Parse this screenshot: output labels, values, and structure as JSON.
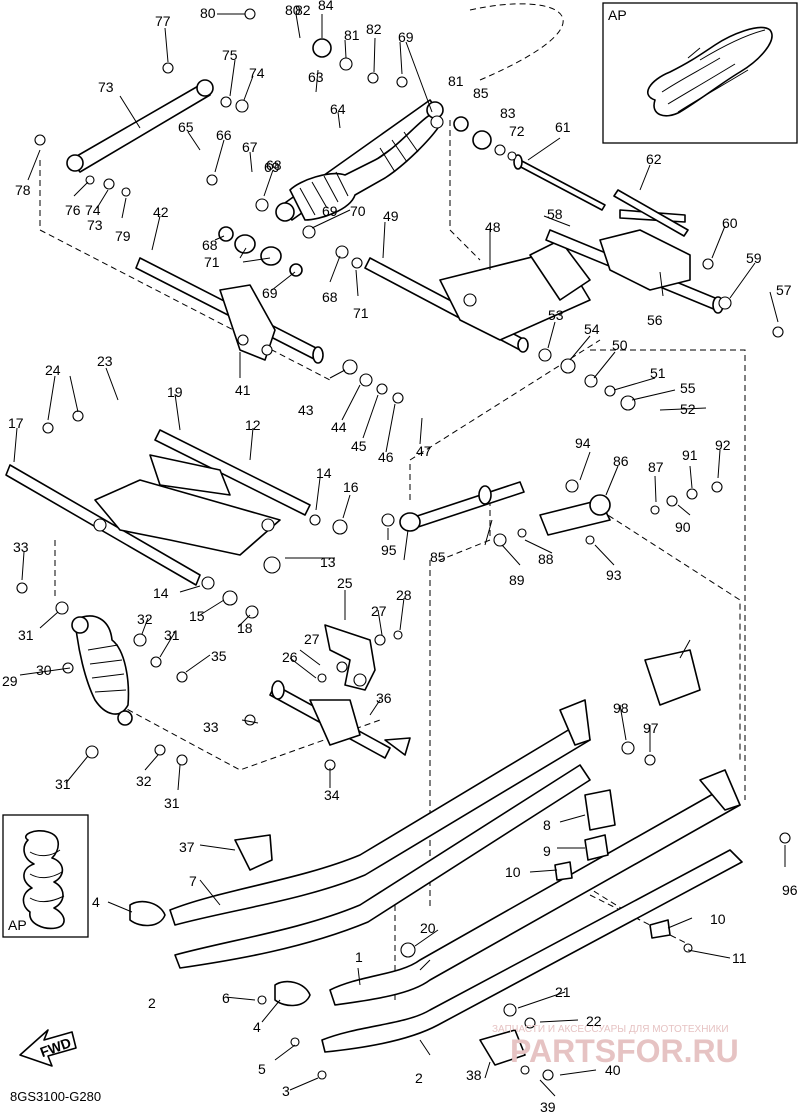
{
  "diagram_code": "8GS3100-G280",
  "fwd_label": "FWD",
  "inset_label_top": "AP",
  "inset_label_bottom": "AP",
  "watermark_line": "ЗАПЧАСТИ И АКСЕССУАРЫ ДЛЯ МОТОТЕХНИКИ",
  "watermark_brand": "PARTSFOR.RU",
  "part_numbers": [
    "1",
    "2",
    "2",
    "3",
    "4",
    "4",
    "5",
    "6",
    "7",
    "8",
    "9",
    "10",
    "10",
    "11",
    "12",
    "13",
    "14",
    "14",
    "15",
    "16",
    "17",
    "18",
    "19",
    "20",
    "21",
    "22",
    "23",
    "24",
    "25",
    "26",
    "27",
    "27",
    "28",
    "29",
    "30",
    "31",
    "31",
    "31",
    "31",
    "32",
    "32",
    "33",
    "33",
    "34",
    "35",
    "36",
    "37",
    "38",
    "39",
    "40",
    "41",
    "42",
    "43",
    "44",
    "45",
    "46",
    "47",
    "48",
    "49",
    "50",
    "51",
    "52",
    "53",
    "54",
    "55",
    "56",
    "57",
    "58",
    "59",
    "60",
    "61",
    "62",
    "63",
    "64",
    "65",
    "66",
    "67",
    "68",
    "68",
    "68",
    "69",
    "69",
    "69",
    "69",
    "70",
    "71",
    "71",
    "72",
    "73",
    "73",
    "74",
    "74",
    "75",
    "76",
    "77",
    "78",
    "79",
    "80",
    "80",
    "81",
    "81",
    "82",
    "82",
    "83",
    "84",
    "85",
    "85",
    "86",
    "87",
    "88",
    "89",
    "90",
    "91",
    "92",
    "93",
    "94",
    "95",
    "96",
    "97",
    "98"
  ]
}
